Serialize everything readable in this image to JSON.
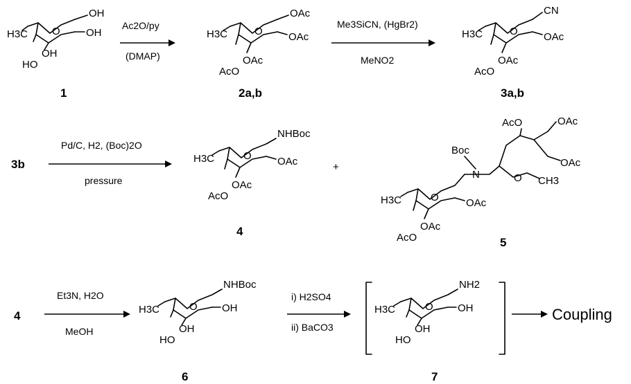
{
  "compounds": {
    "c1": "1",
    "c2": "2a,b",
    "c3": "3a,b",
    "c4": "4",
    "c5": "5",
    "c6": "6",
    "c7": "7",
    "start3b": "3b",
    "start4": "4"
  },
  "conditions": {
    "r1_top": "Ac2O/py",
    "r1_bottom": "(DMAP)",
    "r2_top": "Me3SiCN, (HgBr2)",
    "r2_bottom": "MeNO2",
    "r3_top": "Pd/C, H2, (Boc)2O",
    "r3_bottom": "pressure",
    "r4_top": "Et3N, H2O",
    "r4_bottom": "MeOH",
    "r5_top": "i) H2SO4",
    "r5_bottom": "ii) BaCO3"
  },
  "plus": "+",
  "final_label": "Coupling",
  "atoms": {
    "oh": "OH",
    "ho": "HO",
    "oac": "OAc",
    "aco": "AcO",
    "o": "O",
    "h3c": "H3C",
    "ch3": "CH3",
    "cn": "CN",
    "nhboc": "NHBoc",
    "nh2": "NH2",
    "boc": "Boc",
    "n": "N"
  }
}
